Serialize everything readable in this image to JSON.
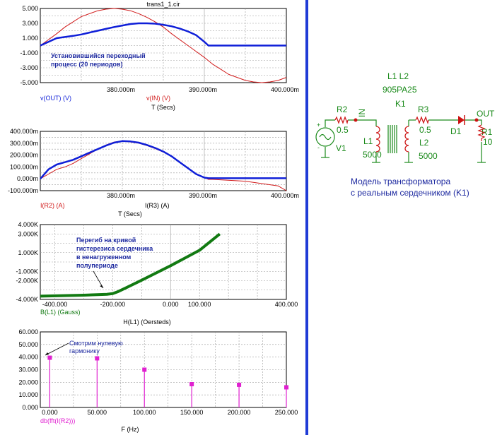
{
  "colors": {
    "blue": "#0f1fd8",
    "red": "#d11a1a",
    "green": "#127a12",
    "magenta": "#e020d0",
    "grid": "#9a9a9a",
    "schematic_green": "#1a8a1a",
    "schematic_red": "#cc1111",
    "caption_blue": "#1e2aa0"
  },
  "chart_data": [
    {
      "type": "line",
      "title": "trans1_1.cir",
      "xlim": [
        370,
        400
      ],
      "ylim": [
        -5,
        5
      ],
      "x_ticks": [
        "380.000m",
        "390.000m",
        "400.000m"
      ],
      "y_ticks": [
        "5.000",
        "3.000",
        "1.000",
        "-1.000",
        "-3.000",
        "-5.000"
      ],
      "y_tick_values": [
        5,
        3,
        1,
        -1,
        -3,
        -5
      ],
      "xlabel": "T (Secs)",
      "series": [
        {
          "name": "v(OUT) (V)",
          "color": "blue",
          "x": [
            370,
            371,
            372,
            373,
            374,
            375,
            376,
            377,
            378,
            379,
            380,
            381,
            382,
            383,
            384,
            385,
            386,
            387,
            388,
            389,
            390,
            390.5,
            391,
            395,
            400
          ],
          "y": [
            0,
            0.5,
            1.0,
            1.15,
            1.3,
            1.5,
            1.75,
            2.0,
            2.25,
            2.5,
            2.7,
            2.9,
            3.0,
            3.0,
            2.95,
            2.8,
            2.6,
            2.3,
            1.9,
            1.4,
            0.5,
            0,
            0,
            0,
            0
          ]
        },
        {
          "name": "v(IN) (V)",
          "color": "red",
          "x": [
            370,
            371,
            372,
            373,
            374,
            375,
            376,
            377,
            378,
            379,
            380,
            381,
            382,
            383,
            384,
            385,
            386,
            387,
            388,
            389,
            390,
            391,
            392,
            393,
            394,
            395,
            396,
            397,
            398,
            399,
            400
          ],
          "y": [
            0,
            0.8,
            1.6,
            2.5,
            3.2,
            3.9,
            4.3,
            4.7,
            4.9,
            5.0,
            4.9,
            4.7,
            4.3,
            3.8,
            3.2,
            2.5,
            1.6,
            0.8,
            0,
            -0.8,
            -1.6,
            -2.5,
            -3.2,
            -3.9,
            -4.3,
            -4.7,
            -4.9,
            -5.0,
            -4.9,
            -4.7,
            -4.3
          ]
        }
      ],
      "annotation": "Установившийся переходный\nпроцесс (20 периодов)"
    },
    {
      "type": "line",
      "xlim": [
        370,
        400
      ],
      "ylim": [
        -100,
        400
      ],
      "x_ticks": [
        "380.000m",
        "390.000m",
        "400.000m"
      ],
      "y_ticks": [
        "400.000m",
        "300.000m",
        "200.000m",
        "100.000m",
        "0.000m",
        "-100.000m"
      ],
      "y_tick_values": [
        400,
        300,
        200,
        100,
        0,
        -100
      ],
      "xlabel": "T (Secs)",
      "series": [
        {
          "name": "I(R2) (A)",
          "color": "red",
          "x": [
            370,
            371,
            372,
            373,
            374,
            375,
            376,
            377,
            378,
            379,
            380,
            381,
            382,
            383,
            384,
            385,
            386,
            387,
            388,
            389,
            390,
            390.5,
            391,
            395,
            399,
            400
          ],
          "y": [
            0,
            40,
            80,
            100,
            130,
            170,
            210,
            250,
            285,
            310,
            318,
            310,
            300,
            280,
            255,
            225,
            190,
            140,
            90,
            40,
            10,
            -5,
            -5,
            -20,
            -60,
            -100
          ]
        },
        {
          "name": "I(R3) (A)",
          "color": "blue",
          "x": [
            370,
            371,
            372,
            373,
            374,
            375,
            376,
            377,
            378,
            379,
            380,
            381,
            382,
            383,
            384,
            385,
            386,
            387,
            388,
            389,
            390,
            390.5,
            391,
            395,
            400
          ],
          "y": [
            0,
            80,
            120,
            140,
            160,
            190,
            220,
            250,
            280,
            305,
            318,
            315,
            305,
            285,
            260,
            230,
            190,
            140,
            90,
            40,
            10,
            5,
            5,
            5,
            5
          ]
        }
      ]
    },
    {
      "type": "line",
      "xlim": [
        -450,
        400
      ],
      "ylim": [
        -4000,
        4000
      ],
      "x_ticks": [
        "-400.000",
        "-200.000",
        "0.000",
        "100.000",
        "400.000"
      ],
      "x_tick_values": [
        -400,
        -200,
        0,
        100,
        400
      ],
      "y_ticks": [
        "4.000K",
        "3.000K",
        "1.000K",
        "-1.000K",
        "-2.000K",
        "-4.000K"
      ],
      "y_tick_values": [
        4000,
        3000,
        1000,
        -1000,
        -2000,
        -4000
      ],
      "xlabel": "H(L1) (Oersteds)",
      "series": [
        {
          "name": "B(L1) (Gauss)",
          "color": "green",
          "x": [
            -450,
            -300,
            -220,
            -200,
            -180,
            -150,
            -100,
            0,
            100,
            170
          ],
          "y": [
            -3650,
            -3550,
            -3450,
            -3380,
            -3150,
            -2700,
            -1950,
            -400,
            1250,
            3000
          ]
        }
      ],
      "annotation": "Перегиб на кривой\nгистерезиса сердечника\nв ненагруженном\nполупериоде"
    },
    {
      "type": "bar",
      "xlim": [
        -10,
        250
      ],
      "ylim": [
        0,
        60
      ],
      "x_ticks": [
        "0.000",
        "50.000",
        "100.000",
        "150.000",
        "200.000",
        "250.000"
      ],
      "x_tick_values": [
        0,
        50,
        100,
        150,
        200,
        250
      ],
      "y_ticks": [
        "60.000",
        "50.000",
        "40.000",
        "30.000",
        "20.000",
        "10.000",
        "0.000"
      ],
      "y_tick_values": [
        60,
        50,
        40,
        30,
        20,
        10,
        0
      ],
      "xlabel": "F (Hz)",
      "series": [
        {
          "name": "db(fft(I(R2)))",
          "color": "magenta",
          "x": [
            0,
            50,
            100,
            150,
            200,
            250
          ],
          "y": [
            39.5,
            39,
            30,
            18.5,
            18,
            16
          ]
        }
      ],
      "annotation": "Смотрим нулевую\nгармонику"
    }
  ],
  "schematic": {
    "parts_header": "L1 L2",
    "core_model": "905PA25",
    "k_label": "K1",
    "r2_name": "R2",
    "r2_value": "0.5",
    "r3_name": "R3",
    "r3_value": "0.5",
    "r1_name": "R1",
    "r1_value": "10",
    "l1_name": "L1",
    "l1_value": "5000",
    "l2_name": "L2",
    "l2_value": "5000",
    "d1_name": "D1",
    "v1_name": "V1",
    "in_label": "IN",
    "out_label": "OUT",
    "caption_line1": "Модель трансформатора",
    "caption_line2": "с реальным сердечником (K1)"
  }
}
